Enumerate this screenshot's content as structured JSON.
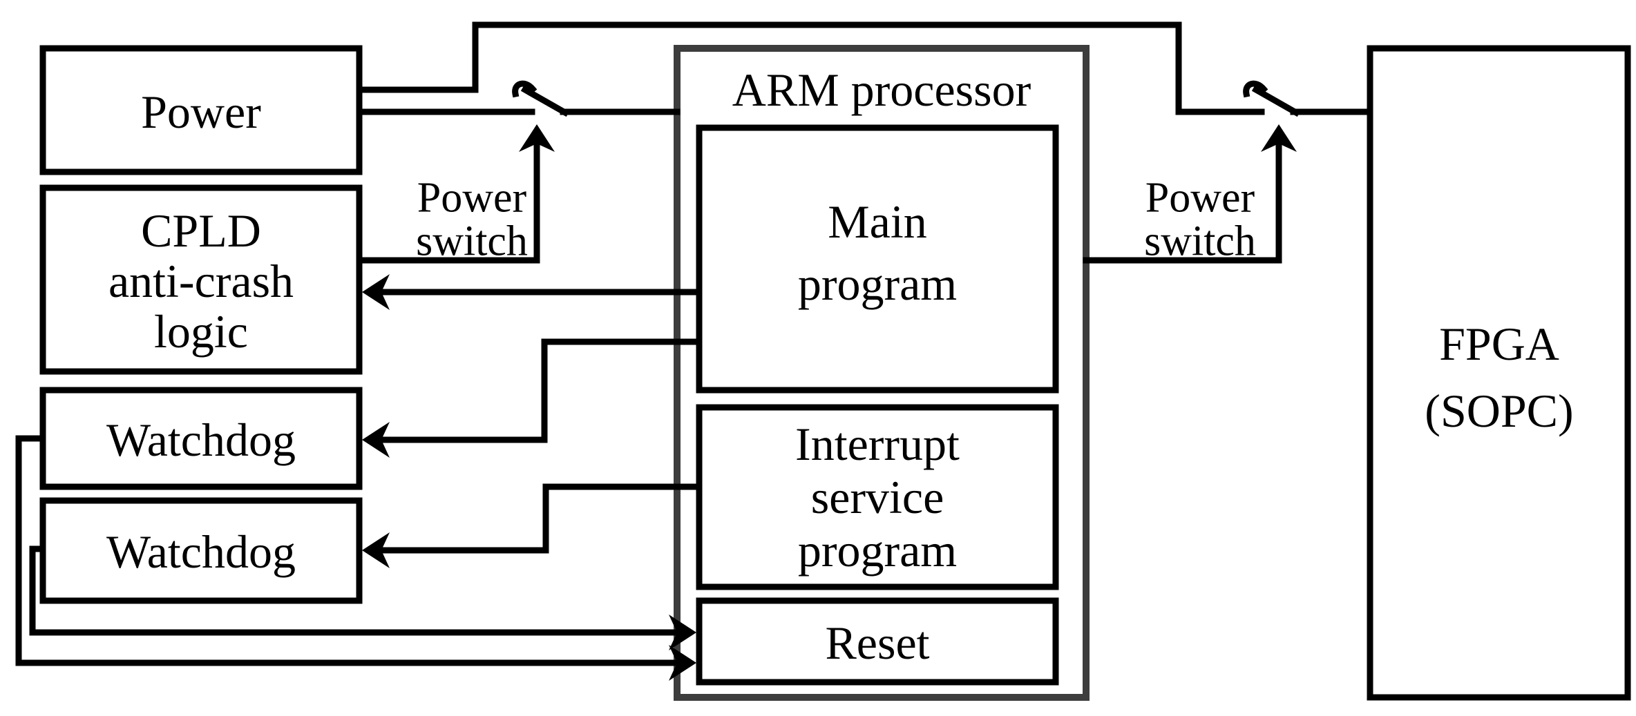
{
  "diagram": {
    "boxes": {
      "power": {
        "label": "Power"
      },
      "cpld": {
        "line1": "CPLD",
        "line2": "anti-crash",
        "line3": "logic"
      },
      "watchdog1": {
        "label": "Watchdog"
      },
      "watchdog2": {
        "label": "Watchdog"
      },
      "arm": {
        "title": "ARM processor"
      },
      "main": {
        "line1": "Main",
        "line2": "program"
      },
      "interrupt": {
        "line1": "Interrupt",
        "line2": "service",
        "line3": "program"
      },
      "reset": {
        "label": "Reset"
      },
      "fpga": {
        "line1": "FPGA",
        "line2": "(SOPC)"
      }
    },
    "annotations": {
      "power_switch_left": {
        "line1": "Power",
        "line2": "switch"
      },
      "power_switch_right": {
        "line1": "Power",
        "line2": "switch"
      }
    },
    "colors": {
      "line": "#000000",
      "arm_border": "#3d3d3d",
      "background": "#ffffff"
    }
  }
}
